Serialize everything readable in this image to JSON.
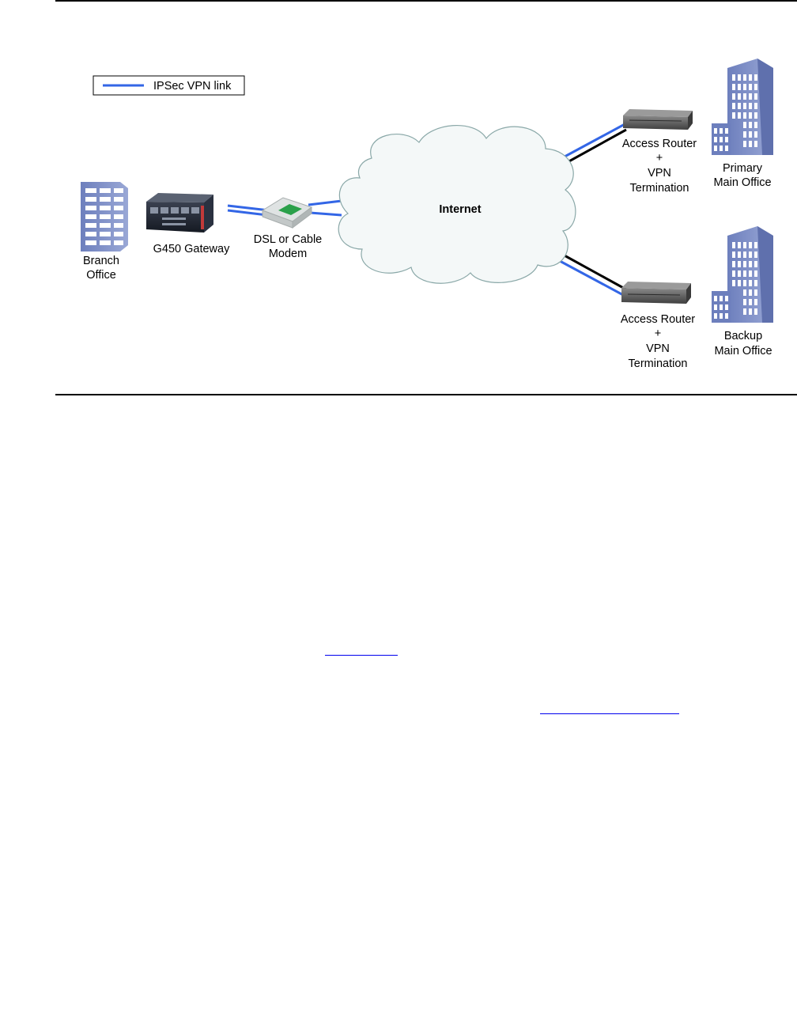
{
  "diagram": {
    "legend": {
      "label": "IPSec VPN link"
    },
    "branch_office": {
      "line1": "Branch",
      "line2": "Office"
    },
    "gateway": {
      "label": "G450 Gateway"
    },
    "modem": {
      "line1": "DSL or Cable",
      "line2": "Modem"
    },
    "internet": {
      "label": "Internet"
    },
    "primary_router": {
      "line1": "Access Router",
      "line2": "+",
      "line3": "VPN",
      "line4": "Termination"
    },
    "backup_router": {
      "line1": "Access Router",
      "line2": "+",
      "line3": "VPN",
      "line4": "Termination"
    },
    "primary_office": {
      "line1": "Primary",
      "line2": "Main Office"
    },
    "backup_office": {
      "line1": "Backup",
      "line2": "Main Office"
    }
  },
  "colors": {
    "vpn_link": "#3366e6",
    "wan_link": "#000000",
    "building": "#7f8fc6",
    "cloud_fill": "#f4f8f8",
    "cloud_stroke": "#8aa8a8",
    "hyperlink": "#0000ee"
  },
  "icons": [
    "building-icon",
    "gateway-icon",
    "modem-icon",
    "cloud-icon",
    "router-icon"
  ]
}
